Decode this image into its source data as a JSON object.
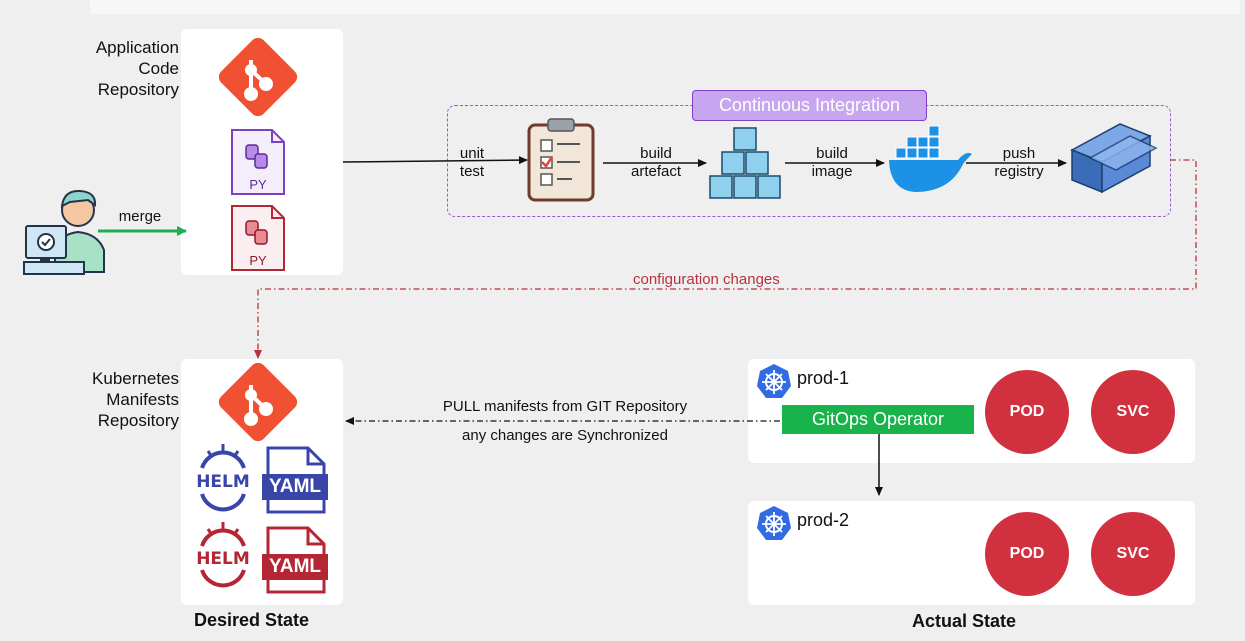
{
  "app_repo": {
    "label_lines": [
      "Application",
      "Code",
      "Repository"
    ]
  },
  "k8s_repo": {
    "label_lines": [
      "Kubernetes",
      "Manifests",
      "Repository"
    ]
  },
  "files": {
    "py_label": "PY",
    "helm_label": "HELM",
    "yaml_label": "YAML"
  },
  "merge_label": "merge",
  "ci": {
    "title": "Continuous Integration",
    "steps": [
      {
        "lines": [
          "unit",
          "test"
        ]
      },
      {
        "lines": [
          "build",
          "artefact"
        ]
      },
      {
        "lines": [
          "build",
          "image"
        ]
      },
      {
        "lines": [
          "push",
          "registry"
        ]
      }
    ]
  },
  "config_changes": "configuration changes",
  "pull_text": {
    "line1": "PULL manifests from GIT Repository",
    "line2": "any changes are Synchronized"
  },
  "clusters": [
    {
      "name": "prod-1",
      "pod": "POD",
      "svc": "SVC"
    },
    {
      "name": "prod-2",
      "pod": "POD",
      "svc": "SVC"
    }
  ],
  "gitops_operator": "GitOps Operator",
  "desired_state": "Desired State",
  "actual_state": "Actual State",
  "colors": {
    "git_red": "#f05133",
    "ci_border": "#9b59d0",
    "ci_fill": "#c8a6ef",
    "gitops_green": "#18b34a",
    "pod_red": "#d1303f",
    "helm_blue": "#3a45a8",
    "helm_red": "#b52635",
    "k8s_blue": "#326ce5",
    "docker_blue": "#1d91e6",
    "merge_green": "#1fae52",
    "config_red": "#b8323c"
  }
}
